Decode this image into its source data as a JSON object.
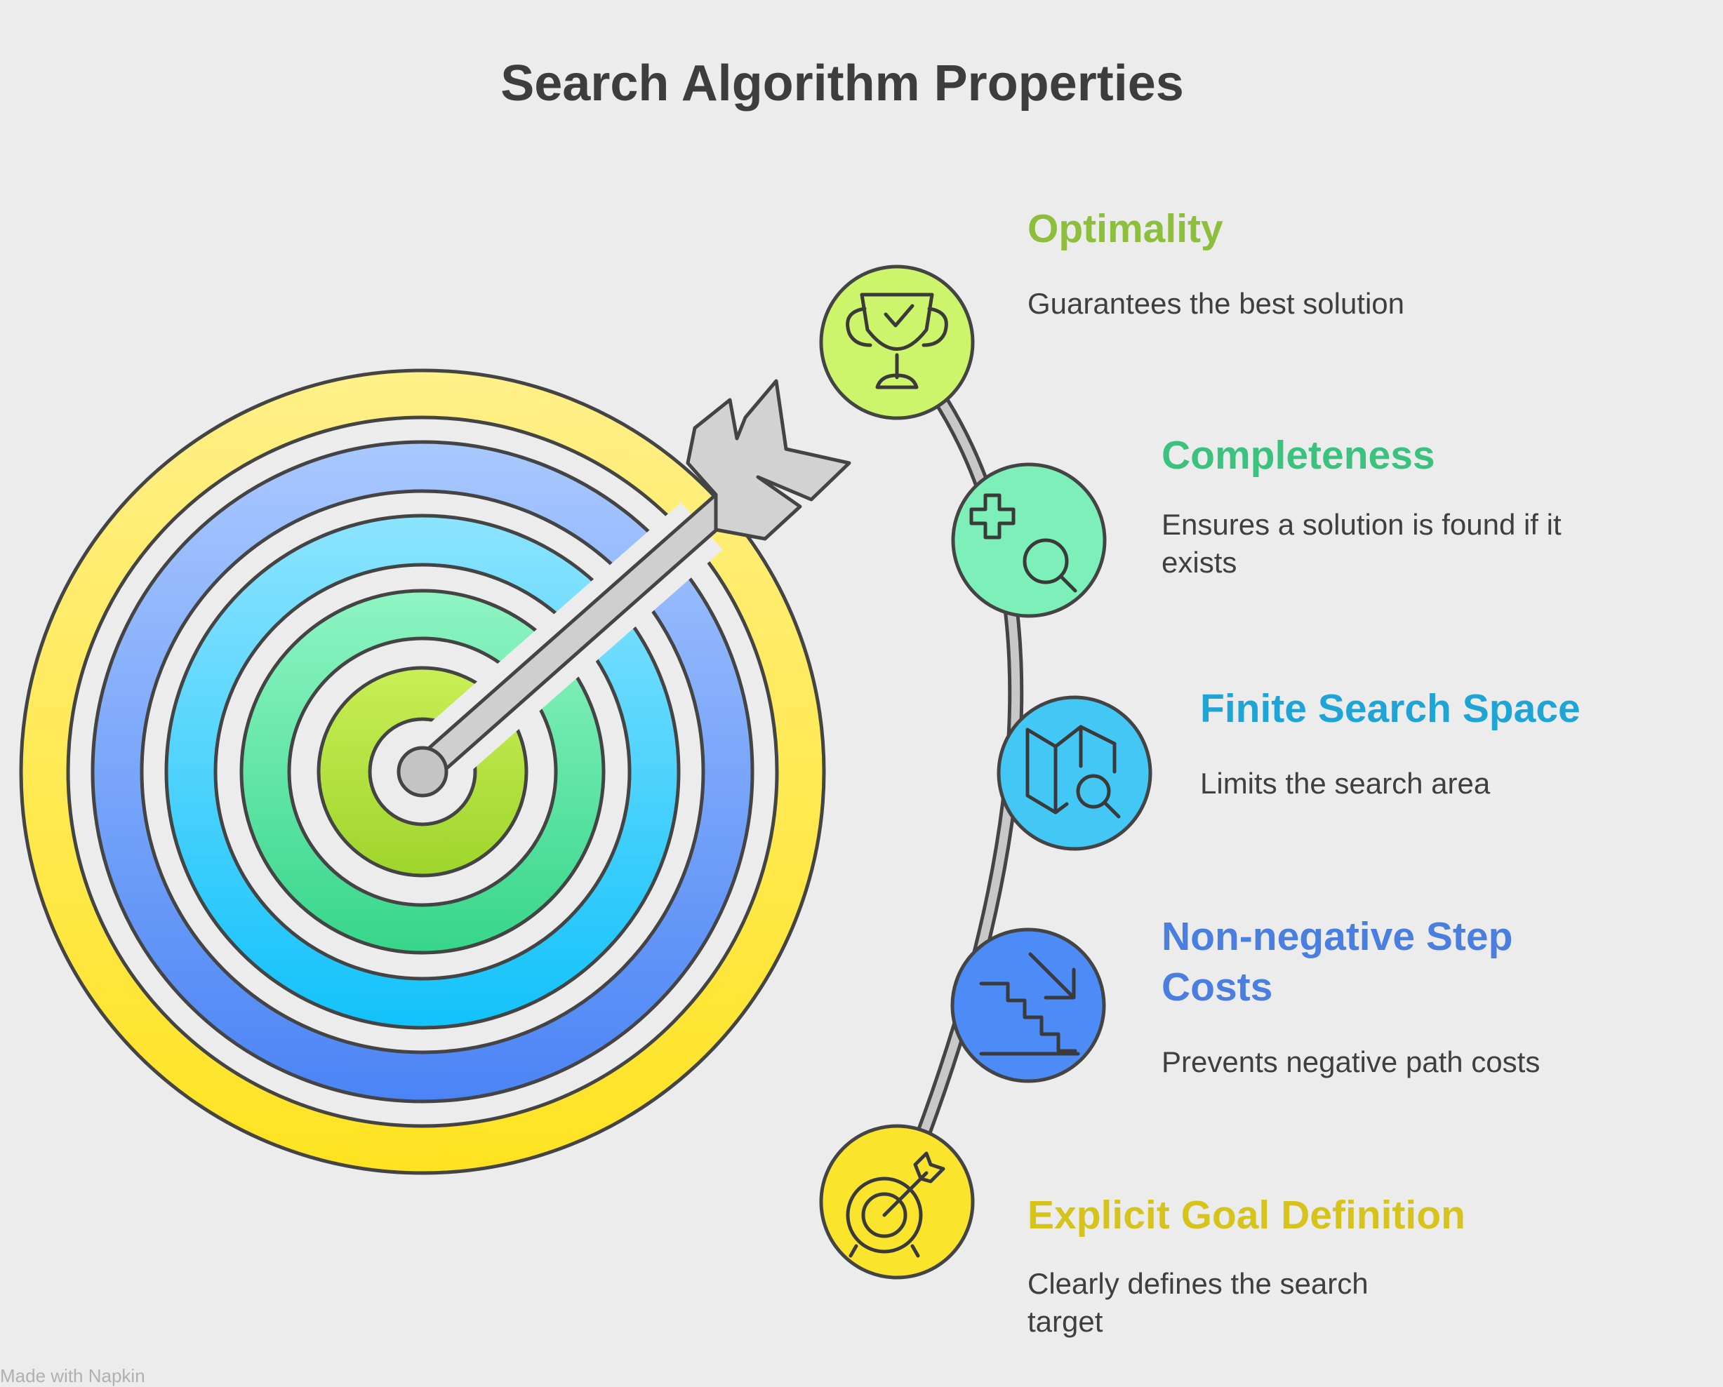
{
  "title": "Search Algorithm Properties",
  "items": [
    {
      "title": "Optimality",
      "description": "Guarantees the best solution",
      "icon": "trophy-icon",
      "color": "#8dbe3c",
      "fill": "#cdf56b"
    },
    {
      "title": "Completeness",
      "description": "Ensures a solution is found if it exists",
      "icon": "plus-search-icon",
      "color": "#3cc27f",
      "fill": "#7cf0b8"
    },
    {
      "title": "Finite Search Space",
      "description": "Limits the search area",
      "icon": "map-search-icon",
      "color": "#1fa4d6",
      "fill": "#43c8f5"
    },
    {
      "title": "Non-negative Step Costs",
      "description": "Prevents negative path costs",
      "icon": "stairs-down-icon",
      "color": "#4a7fe0",
      "fill": "#4d8bf7"
    },
    {
      "title": "Explicit Goal Definition",
      "description": "Clearly defines the search target",
      "icon": "target-arrow-icon",
      "color": "#d6c41c",
      "fill": "#fbe52c"
    }
  ],
  "footer": "Made with Napkin"
}
